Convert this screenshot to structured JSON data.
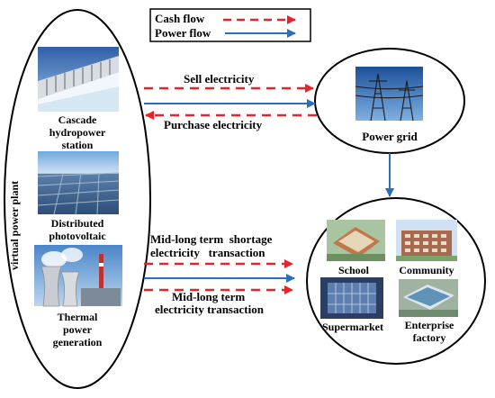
{
  "legend": {
    "cash_flow": "Cash flow",
    "power_flow": "Power flow"
  },
  "vpp": {
    "title": "virtual power plant",
    "hydro": [
      "Cascade",
      "hydropower",
      "station"
    ],
    "pv": [
      "Distributed",
      "photovoltaic"
    ],
    "thermal": [
      "Thermal",
      "power",
      "generation"
    ]
  },
  "grid": {
    "label": "Power grid"
  },
  "consumers": {
    "school": "School",
    "community": "Community",
    "supermarket": "Supermarket",
    "enterprise": [
      "Enterprise",
      "factory"
    ]
  },
  "edges": {
    "sell": "Sell electricity",
    "purchase": "Purchase electricity",
    "shortage": [
      "Mid-long term  shortage",
      "electricity   transaction"
    ],
    "midlong": [
      "Mid-long term",
      "electricity transaction"
    ]
  },
  "colors": {
    "cash": "#e8232a",
    "power": "#2a6fbf",
    "outline": "#000000"
  }
}
